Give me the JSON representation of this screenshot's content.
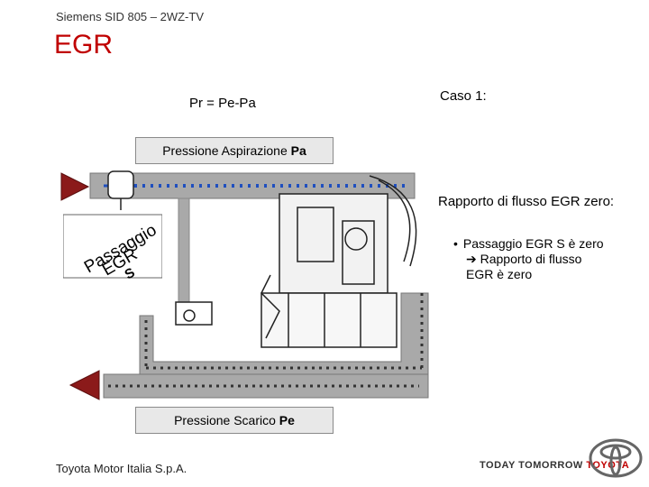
{
  "header": {
    "subtitle": "Siemens SID 805 – 2WZ-TV",
    "title": "EGR"
  },
  "formula": "Pr = Pe-Pa",
  "caso": "Caso 1:",
  "labels": {
    "intake": "Pressione Aspirazione ",
    "intake_bold": "Pa",
    "exhaust": "Pressione Scarico ",
    "exhaust_bold": "Pe",
    "passage_line1": "Passaggio",
    "passage_line2": "EGR",
    "passage_line3": "S"
  },
  "text": {
    "ratio": "Rapporto di flusso EGR zero:",
    "bullet_line1": "Passaggio EGR S è zero",
    "bullet_arrow": "➔",
    "bullet_line2": " Rapporto di flusso",
    "bullet_line3": "EGR è zero"
  },
  "footer": {
    "company": "Toyota Motor Italia S.p.A.",
    "slogan_1": "TODAY TOMORROW ",
    "slogan_2": "TOYOTA"
  },
  "colors": {
    "accent": "#c00000",
    "pipe_fill": "#a9a9a9",
    "pipe_dots": "#1f4fbf",
    "arrow_fill": "#8b1a1a"
  },
  "icons": {
    "logo": "toyota-logo-icon"
  }
}
